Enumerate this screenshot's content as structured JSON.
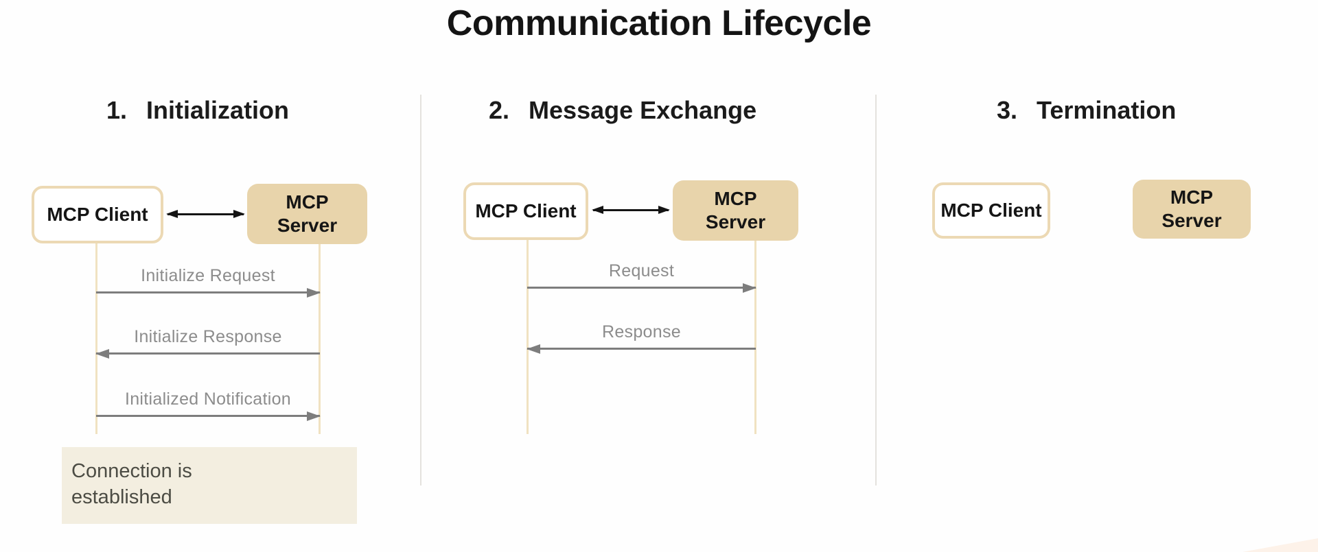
{
  "title": "Communication Lifecycle",
  "sections": [
    {
      "number": "1.",
      "label": "Initialization",
      "client_label": "MCP Client",
      "server_label": "MCP\nServer",
      "messages": [
        {
          "label": "Initialize Request",
          "direction": "right"
        },
        {
          "label": "Initialize Response",
          "direction": "left"
        },
        {
          "label": "Initialized Notification",
          "direction": "right"
        }
      ],
      "note": "Connection is\nestablished"
    },
    {
      "number": "2.",
      "label": "Message Exchange",
      "client_label": "MCP Client",
      "server_label": "MCP\nServer",
      "messages": [
        {
          "label": "Request",
          "direction": "right"
        },
        {
          "label": "Response",
          "direction": "left"
        }
      ]
    },
    {
      "number": "3.",
      "label": "Termination",
      "client_label": "MCP Client",
      "server_label": "MCP\nServer",
      "messages": []
    }
  ],
  "colors": {
    "server_fill": "#e8d4ab",
    "client_border": "#ecd9b4",
    "lifeline": "#f0e2c1",
    "message_arrow": "#7d7d7d",
    "message_label": "#8c8c8c",
    "bidirectional_arrow": "#141414",
    "note_background": "#f3eee0",
    "note_text": "#4c4c44",
    "divider": "#e4e2de",
    "heading_text": "#141414"
  }
}
